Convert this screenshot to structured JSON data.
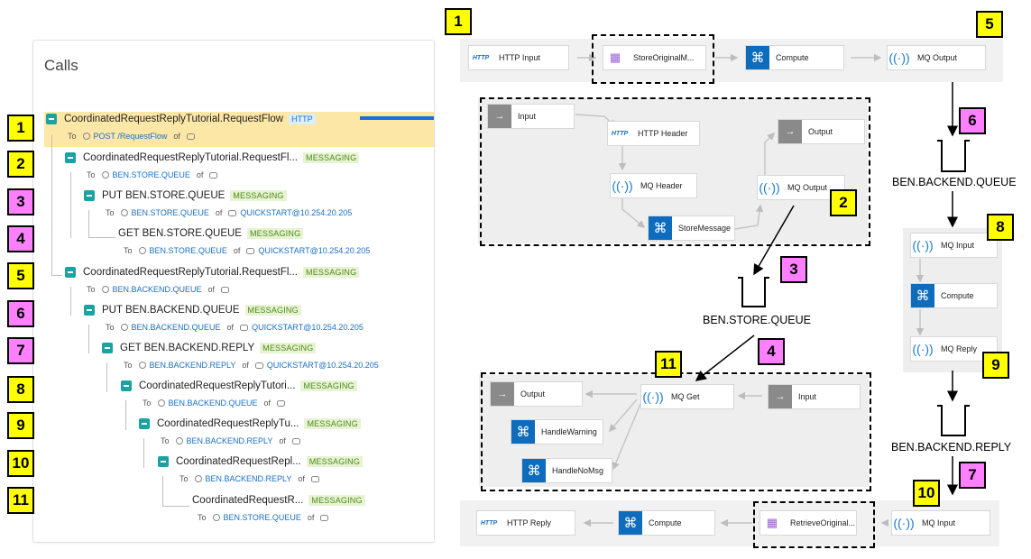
{
  "calls_panel": {
    "title": "Calls",
    "rows": [
      {
        "title": "CoordinatedRequestReplyTutorial.RequestFlow",
        "badge": "HTTP",
        "prefix": "To",
        "target": "POST /RequestFlow",
        "of_label": "of",
        "server": ""
      },
      {
        "title": "CoordinatedRequestReplyTutorial.RequestFl...",
        "badge": "MESSAGING",
        "prefix": "To",
        "target": "BEN.STORE.QUEUE",
        "of_label": "of",
        "server": ""
      },
      {
        "title": "PUT BEN.STORE.QUEUE",
        "badge": "MESSAGING",
        "prefix": "To",
        "target": "BEN.STORE.QUEUE",
        "of_label": "of",
        "server": "QUICKSTART@10.254.20.205"
      },
      {
        "title": "GET BEN.STORE.QUEUE",
        "badge": "MESSAGING",
        "prefix": "To",
        "target": "BEN.STORE.QUEUE",
        "of_label": "of",
        "server": "QUICKSTART@10.254.20.205"
      },
      {
        "title": "CoordinatedRequestReplyTutorial.RequestFl...",
        "badge": "MESSAGING",
        "prefix": "To",
        "target": "BEN.BACKEND.QUEUE",
        "of_label": "of",
        "server": ""
      },
      {
        "title": "PUT BEN.BACKEND.QUEUE",
        "badge": "MESSAGING",
        "prefix": "To",
        "target": "BEN.BACKEND.QUEUE",
        "of_label": "of",
        "server": "QUICKSTART@10.254.20.205"
      },
      {
        "title": "GET BEN.BACKEND.REPLY",
        "badge": "MESSAGING",
        "prefix": "To",
        "target": "BEN.BACKEND.REPLY",
        "of_label": "of",
        "server": "QUICKSTART@10.254.20.205"
      },
      {
        "title": "CoordinatedRequestReplyTutori...",
        "badge": "MESSAGING",
        "prefix": "To",
        "target": "BEN.BACKEND.QUEUE",
        "of_label": "of",
        "server": ""
      },
      {
        "title": "CoordinatedRequestReplyTu...",
        "badge": "MESSAGING",
        "prefix": "To",
        "target": "BEN.BACKEND.REPLY",
        "of_label": "of",
        "server": ""
      },
      {
        "title": "CoordinatedRequestRepl...",
        "badge": "MESSAGING",
        "prefix": "To",
        "target": "BEN.BACKEND.REPLY",
        "of_label": "of",
        "server": ""
      },
      {
        "title": "CoordinatedRequestR...",
        "badge": "MESSAGING",
        "prefix": "To",
        "target": "BEN.STORE.QUEUE",
        "of_label": "of",
        "server": ""
      }
    ]
  },
  "step_labels": [
    "1",
    "2",
    "3",
    "4",
    "5",
    "6",
    "7",
    "8",
    "9",
    "10",
    "11"
  ],
  "flows": {
    "request_flow": {
      "http_input": "HTTP Input",
      "store_original": "StoreOriginalM...",
      "compute": "Compute",
      "mq_output": "MQ Output"
    },
    "store_subflow": {
      "input": "Input",
      "http_header": "HTTP Header",
      "output": "Output",
      "mq_header": "MQ Header",
      "mq_output": "MQ Output",
      "store_message": "StoreMessage"
    },
    "backend_flow": {
      "mq_input": "MQ Input",
      "compute": "Compute",
      "mq_reply": "MQ Reply"
    },
    "retrieve_subflow": {
      "output": "Output",
      "mq_get": "MQ Get",
      "input": "Input",
      "handle_warning": "HandleWarning",
      "handle_nomsg": "HandleNoMsg"
    },
    "reply_flow": {
      "http_reply": "HTTP Reply",
      "compute": "Compute",
      "retrieve_original": "RetrieveOriginal...",
      "mq_input": "MQ Input"
    }
  },
  "queues": {
    "backend_queue": "BEN.BACKEND.QUEUE",
    "store_queue": "BEN.STORE.QUEUE",
    "backend_reply": "BEN.BACKEND.REPLY"
  },
  "colors": {
    "tag_yellow": "#ffff00",
    "tag_pink": "#ff80ff",
    "compute_blue": "#0f6cbd",
    "teal_toggle": "#1aa3a3",
    "highlight": "#fde7a6"
  }
}
